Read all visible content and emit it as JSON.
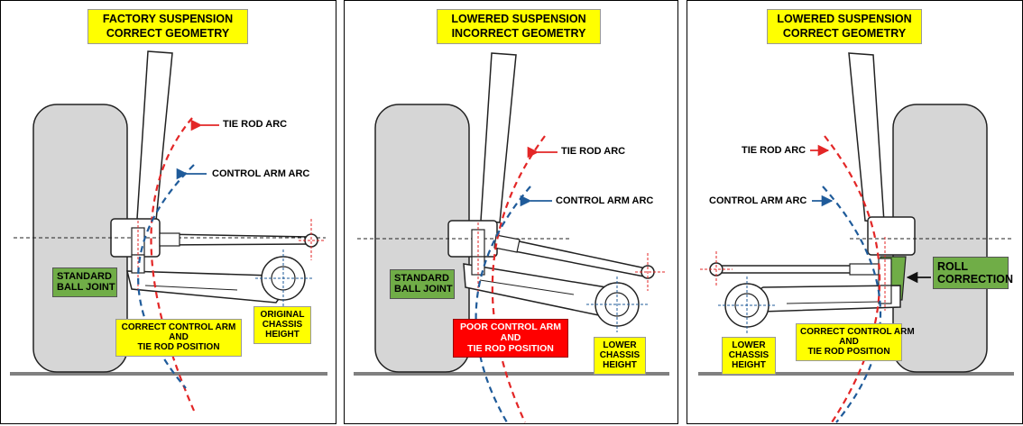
{
  "panels": [
    {
      "title_line1": "FACTORY SUSPENSION",
      "title_line2": "CORRECT GEOMETRY",
      "tie_rod_arc": "TIE ROD ARC",
      "control_arm_arc": "CONTROL ARM ARC",
      "ball_joint_line1": "STANDARD",
      "ball_joint_line2": "BALL JOINT",
      "position_line1": "CORRECT CONTROL ARM",
      "position_line2": "AND",
      "position_line3": "TIE ROD POSITION",
      "height_line1": "ORIGINAL",
      "height_line2": "CHASSIS",
      "height_line3": "HEIGHT"
    },
    {
      "title_line1": "LOWERED SUSPENSION",
      "title_line2": "INCORRECT GEOMETRY",
      "tie_rod_arc": "TIE ROD ARC",
      "control_arm_arc": "CONTROL ARM ARC",
      "ball_joint_line1": "STANDARD",
      "ball_joint_line2": "BALL JOINT",
      "position_line1": "POOR CONTROL ARM",
      "position_line2": "AND",
      "position_line3": "TIE ROD POSITION",
      "height_line1": "LOWER",
      "height_line2": "CHASSIS",
      "height_line3": "HEIGHT"
    },
    {
      "title_line1": "LOWERED SUSPENSION",
      "title_line2": "CORRECT GEOMETRY",
      "tie_rod_arc": "TIE ROD ARC",
      "control_arm_arc": "CONTROL ARM ARC",
      "roll_line1": "ROLL",
      "roll_line2": "CORRECTION",
      "position_line1": "CORRECT CONTROL ARM",
      "position_line2": "AND",
      "position_line3": "TIE ROD POSITION",
      "height_line1": "LOWER",
      "height_line2": "CHASSIS",
      "height_line3": "HEIGHT"
    }
  ],
  "colors": {
    "tie_rod": "#e32626",
    "control_arm": "#1f5b9a",
    "wheel": "#d6d6d6",
    "ground": "#808080",
    "title_bg": "#ffff00",
    "green_tag": "#70ad47",
    "red_tag": "#ff0000"
  }
}
